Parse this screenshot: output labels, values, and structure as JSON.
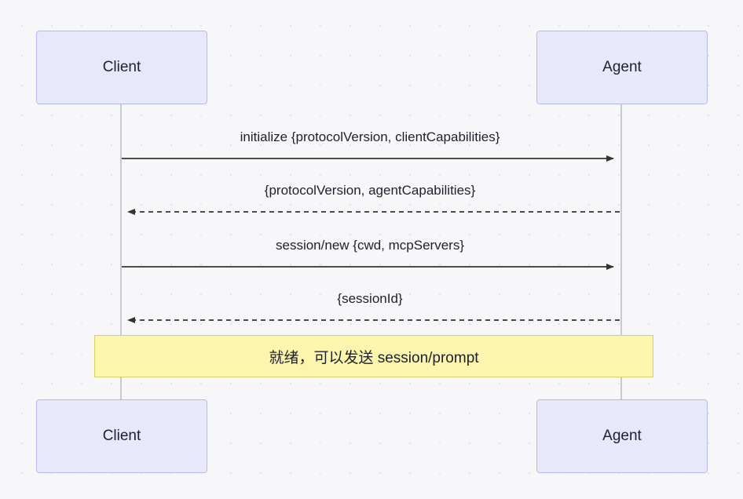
{
  "diagram": {
    "type": "sequence",
    "background_color": "#f7f7f9",
    "actor_fill": "#e8e8fb",
    "actor_stroke": "#b9b9e8",
    "note_fill": "#fbf5ad",
    "note_stroke": "#d6cf6a",
    "line_color": "#333333",
    "actors": [
      {
        "id": "client",
        "label": "Client"
      },
      {
        "id": "agent",
        "label": "Agent"
      }
    ],
    "actors_bottom": [
      {
        "id": "client",
        "label": "Client"
      },
      {
        "id": "agent",
        "label": "Agent"
      }
    ],
    "messages": [
      {
        "from": "client",
        "to": "agent",
        "label": "initialize {protocolVersion, clientCapabilities}",
        "style": "solid",
        "direction": "right"
      },
      {
        "from": "agent",
        "to": "client",
        "label": "{protocolVersion, agentCapabilities}",
        "style": "dashed",
        "direction": "left"
      },
      {
        "from": "client",
        "to": "agent",
        "label": "session/new {cwd, mcpServers}",
        "style": "solid",
        "direction": "right"
      },
      {
        "from": "agent",
        "to": "client",
        "label": "{sessionId}",
        "style": "dashed",
        "direction": "left"
      }
    ],
    "note": {
      "text": "就绪，可以发送 session/prompt",
      "span": "both"
    }
  }
}
